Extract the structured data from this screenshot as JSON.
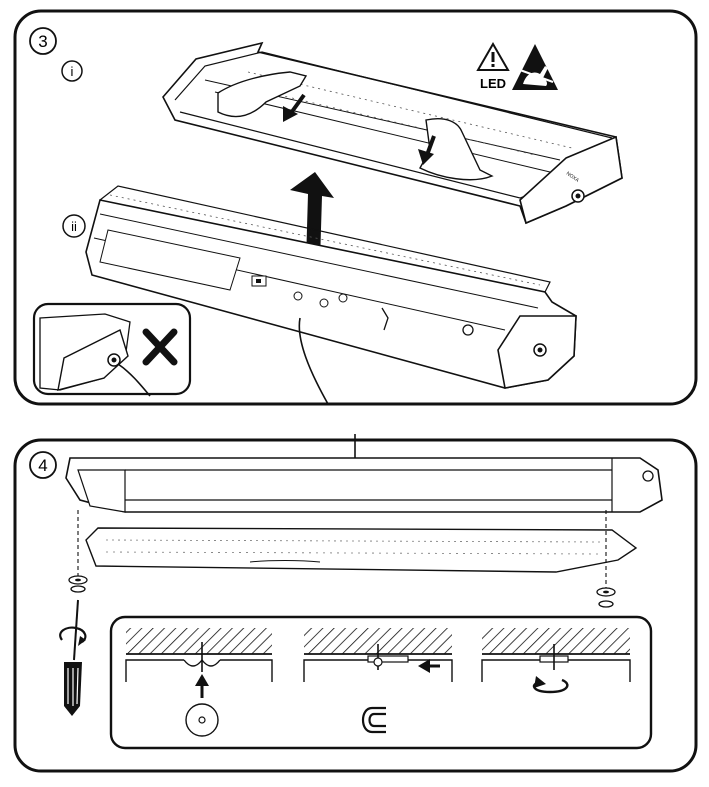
{
  "step3": {
    "number": "3",
    "sub_i": "i",
    "sub_ii": "ii",
    "led_label": "LED"
  },
  "step4": {
    "number": "4"
  },
  "colors": {
    "line": "#111111",
    "frame": "#222222",
    "fill": "#ffffff",
    "light_gray": "#e6e6e6",
    "mid_gray": "#bdbdbd"
  },
  "icons": [
    "warning-triangle-icon",
    "esd-hand-icon",
    "x-mark-icon",
    "arrow-down-icon",
    "arrow-up-icon",
    "arrow-left-icon",
    "rotate-arrow-icon",
    "screwdriver-icon",
    "washer-icon",
    "u-clip-icon"
  ]
}
